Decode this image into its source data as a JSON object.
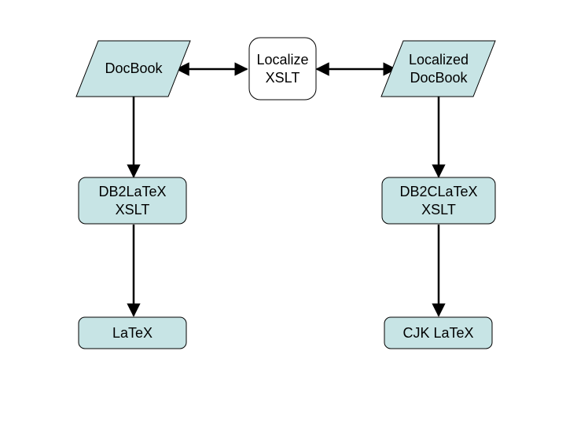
{
  "diagram": {
    "nodes": {
      "docbook": {
        "text": "DocBook",
        "shape": "parallelogram"
      },
      "localize_xslt": {
        "text": "Localize\nXSLT",
        "shape": "rounded-rectangle"
      },
      "localized_docbook": {
        "text": "Localized\nDocBook",
        "shape": "parallelogram"
      },
      "db2latex_xslt": {
        "text": "DB2LaTeX\nXSLT",
        "shape": "rounded-rectangle"
      },
      "db2clatex_xslt": {
        "text": "DB2CLaTeX\nXSLT",
        "shape": "rounded-rectangle"
      },
      "latex": {
        "text": "LaTeX",
        "shape": "rounded-rectangle"
      },
      "cjk_latex": {
        "text": "CJK LaTeX",
        "shape": "rounded-rectangle"
      }
    },
    "edges": [
      {
        "from": "docbook",
        "to": "localize_xslt",
        "direction": "both"
      },
      {
        "from": "localize_xslt",
        "to": "localized_docbook",
        "direction": "both"
      },
      {
        "from": "docbook",
        "to": "db2latex_xslt",
        "direction": "forward"
      },
      {
        "from": "localized_docbook",
        "to": "db2clatex_xslt",
        "direction": "forward"
      },
      {
        "from": "db2latex_xslt",
        "to": "latex",
        "direction": "forward"
      },
      {
        "from": "db2clatex_xslt",
        "to": "cjk_latex",
        "direction": "forward"
      }
    ]
  },
  "colors": {
    "node_fill": "#c7e4e5",
    "process_fill_center": "#ffffff",
    "stroke": "#000000",
    "arrow": "#000000"
  }
}
